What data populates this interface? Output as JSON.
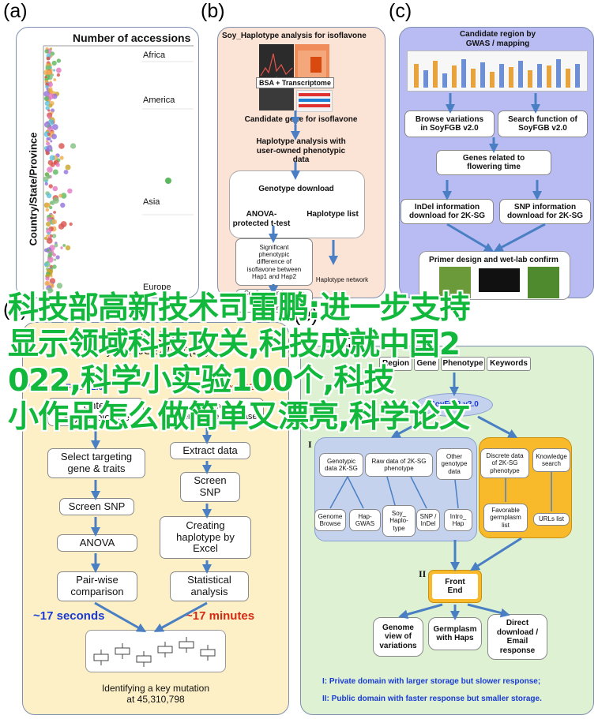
{
  "panel_labels": {
    "a": "(a)",
    "b": "(b)",
    "c": "(c)",
    "d": "(d)",
    "e": "(e)"
  },
  "panel_a": {
    "title": "Number of accessions",
    "ylabel": "Country/State/Province",
    "regions": [
      "Africa",
      "America",
      "Asia",
      "Europe"
    ]
  },
  "panel_b": {
    "title": "Soy_Haplotype analysis for isoflavone",
    "inset_label": "BSA + Transcriptome",
    "candidate": "Candidate gene for isoflavone",
    "haplotype_analysis": "Haplotype analysis with\nuser-owned phenotypic\ndata",
    "genotype_download": "Genotype download",
    "anova": "ANOVA-\nprotected t-test",
    "haplotype_list": "Haplotype list",
    "significant": "Significant\nphenotypic\ndifference of\nisoflavone between\nHap1 and Hap2",
    "haplotype_network": "Haplotype network",
    "confirmation": "Confirmation by gene\ntransformation\nediting"
  },
  "panel_c": {
    "title": "Candidate region by\nGWAS / mapping",
    "browse": "Browse variations\nin SoyFGB v2.0",
    "search": "Search function of\nSoyFGB v2.0",
    "genes": "Genes related to\nflowering time",
    "indel": "InDel information\ndownload for 2K-SG",
    "snp": "SNP information\ndownload for 2K-SG",
    "primer": "Primer design and wet-lab confirm"
  },
  "panel_d": {
    "target_gene": "A target gene",
    "gene_id": "Glyma.06G221500(E2)",
    "with_soyfgb": "With SoyFGB v2.0",
    "without_soyfgb": "Without SoyFGB v2.0",
    "left_steps": [
      "Enter\nSoy_haplotype",
      "Select targeting\ngene & traits",
      "Screen SNP",
      "ANOVA",
      "Pair-wise\ncomparison"
    ],
    "right_steps": [
      "Search\nPhenozome database",
      "Extract data",
      "Screen\nSNP",
      "Creating\nhaplotype by\nExcel",
      "Statistical\nanalysis"
    ],
    "left_time": "~17 seconds",
    "right_time": "~17 minutes",
    "result": "Identifying a key mutation\nat 45,310,798"
  },
  "panel_e": {
    "user_queries": "User\nqueries",
    "query_tabs": [
      "Region",
      "Gene",
      "Phenotype",
      "Keywords"
    ],
    "soyfgb": "SoyFGB v2.0",
    "roman_1": "I",
    "roman_2": "II",
    "data_boxes": [
      "Genotypic\ndata 2K-SG",
      "Raw data of 2K-SG\nphenotype",
      "Other\ngenotype\ndata"
    ],
    "tool_boxes": [
      "Genome\nBrowse",
      "Hap-\nGWAS",
      "Soy_\nHaplo-\ntype",
      "SNP /\nInDel",
      "Intro_\nHap"
    ],
    "discrete": "Discrete data\nof 2K-SG\nphenotype",
    "knowledge": "Knowledge\nsearch",
    "favorable": "Favorable\ngermplasm\nlist",
    "urls": "URLs list",
    "front_end": "Front\nEnd",
    "outputs": [
      "Genome\nview of\nvariations",
      "Germplasm\nwith Haps",
      "Direct\ndownload /\nEmail\nresponse"
    ],
    "note_1": "I:  Private domain with larger storage but slower response;",
    "note_2": "II: Public domain with faster response but smaller storage."
  },
  "overlay": {
    "lines": [
      "科技部高新技术司雷鹏:进一步支持",
      "显示领域科技攻关,科技成就中国2",
      "022,科学小实验100个,科技",
      "小作品怎么做简单又漂亮,科学论文"
    ]
  },
  "colors": {
    "panel_a_bg": "#ffffff",
    "panel_b_bg": "#fbe3d6",
    "panel_c_bg": "#b9bcf2",
    "panel_d_bg": "#fdf0c6",
    "panel_e_bg": "#def2d3",
    "arrow": "#4a7fc4",
    "overlay_text": "#12b83c",
    "blue_text": "#1a3ad6",
    "red_text": "#d42a14",
    "orange": "#f8b92b"
  }
}
